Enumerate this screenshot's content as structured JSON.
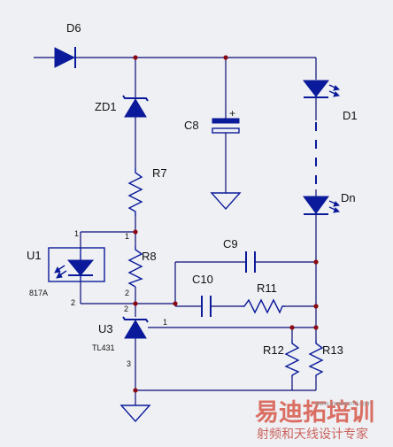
{
  "components": {
    "d6": "D6",
    "zd1": "ZD1",
    "c8": "C8",
    "d1": "D1",
    "dn": "Dn",
    "r7": "R7",
    "u1": "U1",
    "u1_part": "817A",
    "r8": "R8",
    "c9": "C9",
    "c10": "C10",
    "r11": "R11",
    "u3": "U3",
    "u3_part": "TL431",
    "r12": "R12",
    "r13": "R13"
  },
  "pins": {
    "u1_pin1": "1",
    "u1_pin2": "2",
    "r8_pin1": "1",
    "r8_pin2": "2",
    "u3_ref": "1",
    "u3_cathode": "2",
    "u3_anode": "3"
  },
  "polarity": {
    "c8_plus": "+"
  },
  "watermark": {
    "brand": "易迪拓培训",
    "tagline": "射频和天线设计专家",
    "url": "www.mweworld.com"
  },
  "colors": {
    "wire": "#0a0a78",
    "component": "#0a1a9a",
    "junction": "#8a0a14",
    "watermark": "#d8584a"
  }
}
